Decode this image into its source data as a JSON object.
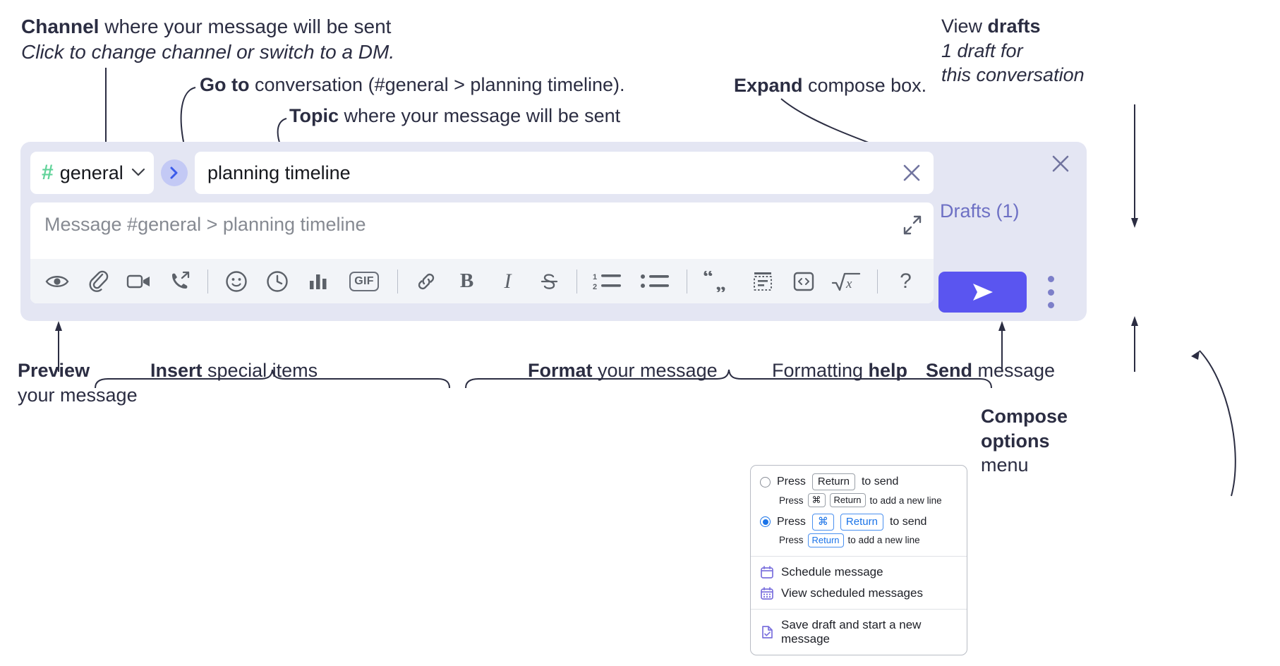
{
  "annotations": {
    "channel": {
      "bold": "Channel",
      "rest": " where your message will be sent",
      "italic": "Click to change channel or switch to a DM."
    },
    "goto": {
      "bold": "Go to",
      "rest": " conversation (#general > planning timeline)."
    },
    "topic": {
      "bold": "Topic",
      "rest": " where your message will be sent"
    },
    "expand": {
      "bold": "Expand",
      "rest": " compose box."
    },
    "drafts": {
      "pre": "View ",
      "bold": "drafts",
      "italic1": "1 draft for",
      "italic2": "this conversation"
    },
    "preview": {
      "bold": "Preview",
      "line2": "your message"
    },
    "insert": {
      "bold": "Insert",
      "rest": " special items"
    },
    "format": {
      "bold": "Format",
      "rest": " your message"
    },
    "help": {
      "pre": "Formatting ",
      "bold": "help"
    },
    "send": {
      "bold": "Send",
      "rest": " message"
    },
    "compose_options": {
      "bold1": "Compose",
      "bold2": "options",
      "rest": "menu"
    }
  },
  "compose": {
    "channel_name": "general",
    "hash_glyph": "#",
    "topic_value": "planning timeline",
    "message_placeholder": "Message #general > planning timeline",
    "drafts_label": "Drafts (1)",
    "toolbar_icons": [
      "preview-eye-icon",
      "attachment-paperclip-icon",
      "video-camera-icon",
      "call-phone-icon",
      "emoji-smiley-icon",
      "clock-schedule-icon",
      "poll-bar-chart-icon",
      "gif-icon",
      "link-icon",
      "bold-icon",
      "italic-icon",
      "strikethrough-icon",
      "ordered-list-icon",
      "bulleted-list-icon",
      "blockquote-icon",
      "code-block-icon",
      "inline-code-icon",
      "math-icon",
      "formatting-help-icon"
    ],
    "bold_letter": "B",
    "italic_letter": "I",
    "gif_label": "GIF",
    "help_label": "?",
    "accent_purple": "#5a55f0",
    "card_background": "#e4e6f3",
    "hash_green": "#62d39a",
    "drafts_text_color": "#6d70c4"
  },
  "popup": {
    "options": [
      {
        "selected": false,
        "prefix": "Press",
        "keys": [
          "Return"
        ],
        "suffix": "to send",
        "sub_prefix": "Press",
        "sub_keys": [
          "⌘",
          "Return"
        ],
        "sub_suffix": "to add a new line"
      },
      {
        "selected": true,
        "prefix": "Press",
        "keys": [
          "⌘",
          "Return"
        ],
        "suffix": "to send",
        "sub_prefix": "Press",
        "sub_keys": [
          "Return"
        ],
        "sub_suffix": "to add a new line"
      }
    ],
    "menu_items": [
      {
        "label": "Schedule message",
        "icon": "calendar-schedule-icon"
      },
      {
        "label": "View scheduled messages",
        "icon": "calendar-grid-icon"
      },
      {
        "label": "Save draft and start a new message",
        "icon": "document-check-icon"
      }
    ]
  }
}
